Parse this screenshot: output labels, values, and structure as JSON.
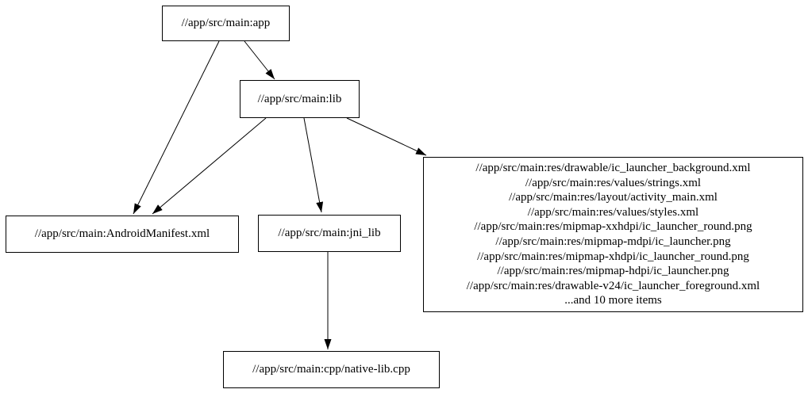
{
  "colors": {
    "background": "#ffffff",
    "node_border": "#000000",
    "text": "#000000",
    "edge": "#000000"
  },
  "graph": {
    "type": "dependency-graph",
    "nodes": [
      {
        "id": "app",
        "label": "//app/src/main:app"
      },
      {
        "id": "lib",
        "label": "//app/src/main:lib"
      },
      {
        "id": "android-manifest",
        "label": "//app/src/main:AndroidManifest.xml"
      },
      {
        "id": "jni-lib",
        "label": "//app/src/main:jni_lib"
      },
      {
        "id": "res-group",
        "lines": [
          "//app/src/main:res/drawable/ic_launcher_background.xml",
          "//app/src/main:res/values/strings.xml",
          "//app/src/main:res/layout/activity_main.xml",
          "//app/src/main:res/values/styles.xml",
          "//app/src/main:res/mipmap-xxhdpi/ic_launcher_round.png",
          "//app/src/main:res/mipmap-mdpi/ic_launcher.png",
          "//app/src/main:res/mipmap-xhdpi/ic_launcher_round.png",
          "//app/src/main:res/mipmap-hdpi/ic_launcher.png",
          "//app/src/main:res/drawable-v24/ic_launcher_foreground.xml",
          "...and 10 more items"
        ]
      },
      {
        "id": "native-lib",
        "label": "//app/src/main:cpp/native-lib.cpp"
      }
    ],
    "edges": [
      {
        "from": "app",
        "to": "android-manifest"
      },
      {
        "from": "app",
        "to": "lib"
      },
      {
        "from": "lib",
        "to": "android-manifest"
      },
      {
        "from": "lib",
        "to": "jni-lib"
      },
      {
        "from": "lib",
        "to": "res-group"
      },
      {
        "from": "jni-lib",
        "to": "native-lib"
      }
    ]
  }
}
